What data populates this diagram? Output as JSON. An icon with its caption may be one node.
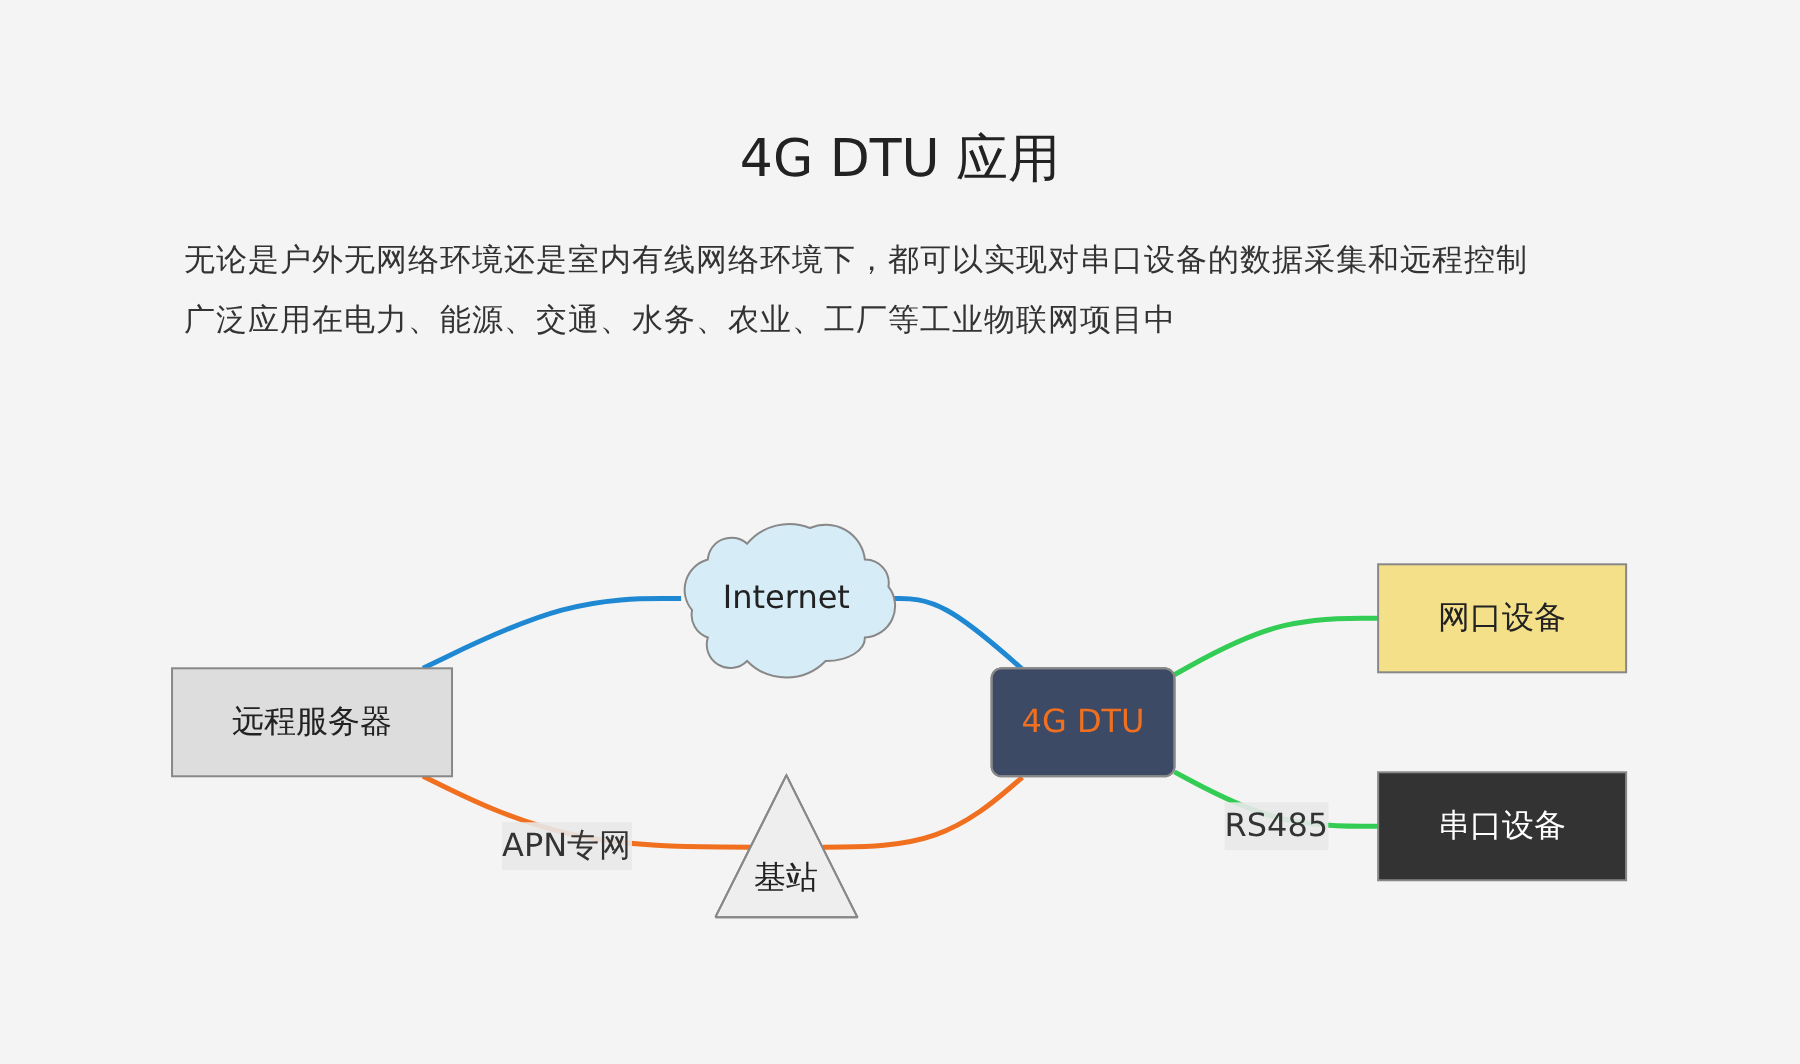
{
  "diagram": {
    "title": "4G DTU 应用",
    "nodes": [
      {
        "text": [
          "远程服务器"
        ]
      },
      {
        "text": [
          "Internet"
        ]
      },
      {
        "text": [
          "基站"
        ]
      },
      {
        "text": [
          "4G DTU"
        ]
      },
      {
        "text": [
          "网口设备"
        ]
      },
      {
        "text": [
          "串口设备"
        ]
      }
    ],
    "edges": [
      {
        "from": 0,
        "to": 1,
        "arrow": "none",
        "color": "#1e88d2"
      },
      {
        "from": 1,
        "to": 3,
        "arrow": "none",
        "color": "#1e88d2"
      },
      {
        "from": 0,
        "to": 2,
        "arrow": "none",
        "label": "APN专网",
        "color": "#f07020"
      },
      {
        "from": 2,
        "to": 3,
        "arrow": "none",
        "color": "#f07020"
      },
      {
        "from": 3,
        "to": 4,
        "arrow": "none",
        "color": "#33cc55"
      },
      {
        "from": 3,
        "to": 5,
        "arrow": "none",
        "label": "RS485",
        "color": "#33cc55"
      }
    ],
    "labels": [
      "无论是户外无网络环境还是室内有线网络环境下，都可以实现对串口设备的数据采集和远程控制",
      "广泛应用在电力、能源、交通、水务、农业、工厂等工业物联网项目中"
    ]
  }
}
